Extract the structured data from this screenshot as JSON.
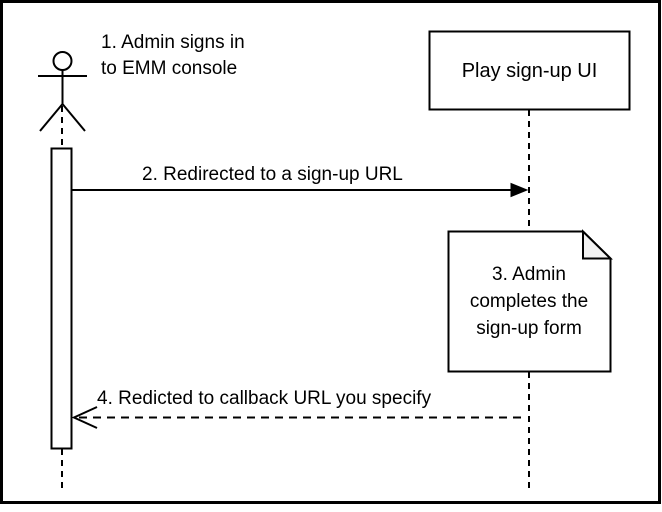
{
  "diagram": {
    "type": "sequence-diagram",
    "actor_label": "1. Admin signs in\nto EMM console",
    "play_box_label": "Play sign-up UI",
    "message_2_label": "2. Redirected to a sign-up URL",
    "note_label": "3. Admin\ncompletes the\nsign-up form",
    "message_4_label": "4. Redicted to callback URL you specify",
    "colors": {
      "stroke": "#000000",
      "background": "#ffffff",
      "note_fold": "#f2f2f2"
    }
  }
}
